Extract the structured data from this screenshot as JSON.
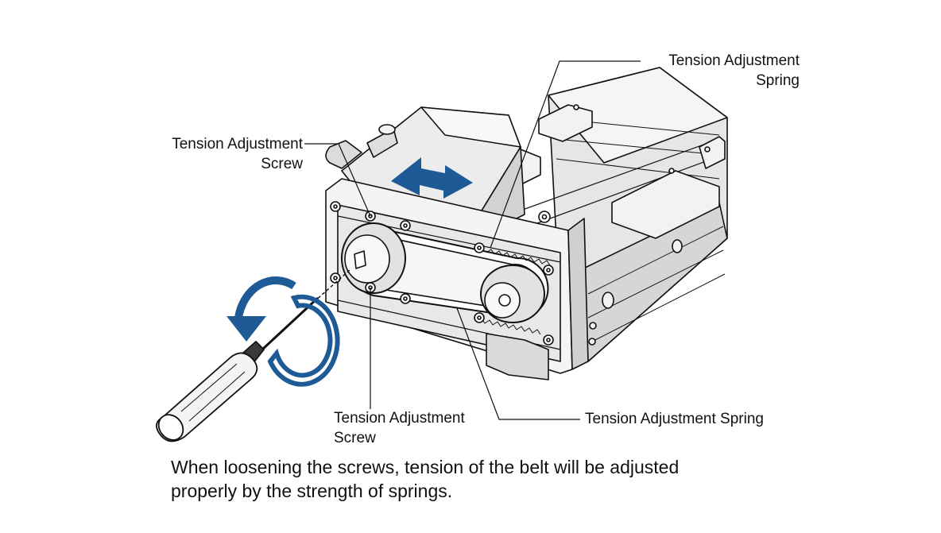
{
  "labels": {
    "spring_top": [
      "Tension Adjustment",
      "Spring"
    ],
    "screw_top": [
      "Tension Adjustment",
      "Screw"
    ],
    "screw_bottom": [
      "Tension Adjustment",
      "Screw"
    ],
    "spring_bottom": "Tension Adjustment Spring"
  },
  "caption": [
    "When loosening the screws, tension of the belt will be adjusted",
    "properly by the strength of springs."
  ],
  "colors": {
    "arrow": "#1e5a96",
    "line": "#111111",
    "fill_light": "#f2f2f2",
    "fill_mid": "#dcdcdc",
    "fill_dark": "#b8b8b8"
  },
  "icons": {
    "slide_arrow": "double-headed-arrow",
    "rotate_arrow": "circular-arrow"
  }
}
